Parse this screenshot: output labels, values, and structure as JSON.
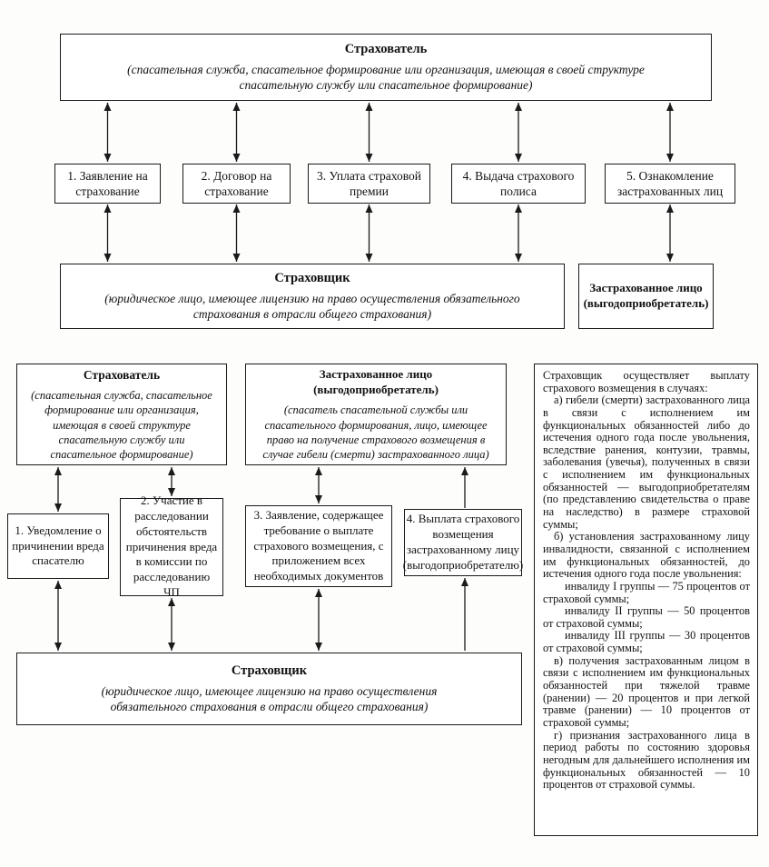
{
  "top_scheme": {
    "insurant": {
      "title": "Страхователь",
      "subtitle": "(спасательная служба, спасательное формирование или организация, имеющая в своей структуре спасательную службу или спасательное формирование)"
    },
    "steps": [
      "1. Заявление на страхование",
      "2. Договор на страхование",
      "3. Уплата страховой премии",
      "4. Выдача страхового полиса",
      "5. Ознакомление застрахованных лиц"
    ],
    "insurer": {
      "title": "Страховщик",
      "subtitle": "(юридическое лицо, имеющее лицензию на право осуществления обязательного страхования в отрасли общего страхования)"
    },
    "insured": {
      "title": "Застрахованное лицо (выгодоприобретатель)"
    }
  },
  "bottom_scheme": {
    "insurant": {
      "title": "Страхователь",
      "subtitle": "(спасательная служба, спасательное формирование или организация, имеющая в своей структуре спасательную службу или спасательное формирование)"
    },
    "insured": {
      "title": "Застрахованное лицо (выгодоприобретатель)",
      "subtitle": "(спасатель спасательной службы или спасательного формирования, лицо, имеющее право на получение страхового возмещения в случае гибели (смерти) застрахованного лица)"
    },
    "steps": [
      "1. Уведомление о причинении вреда спасателю",
      "2. Участие в расследовании обстоятельств причинения вреда в комиссии по расследованию ЧП",
      "3. Заявление, содержащее требование о выплате страхового возмещения, с приложением всех необходимых документов",
      "4. Выплата страхового возмещения застрахованному лицу (выгодоприобретателю)"
    ],
    "insurer": {
      "title": "Страховщик",
      "subtitle": "(юридическое лицо, имеющее лицензию на право осуществления обязательного страхования в отрасли общего страхования)"
    },
    "payout_note": {
      "paragraphs": [
        "Страховщик осуществляет выплату страхового возмещения в случаях:",
        "а) гибели (смерти) застрахованного лица в связи с исполнением им функциональных обязанностей либо до истечения одного года после увольнения, вследствие ранения, контузии, травмы, заболевания (увечья), полученных в связи с исполнением им функциональных обязанностей — выгодоприобретателям (по представлению свидетельства о праве на наследство) в размере страховой суммы;",
        "б) установления застрахованному лицу инвалидности, связанной с исполнением им функциональных обязанностей, до истечения одного года после увольнения:",
        "инвалиду I группы — 75 процентов от страховой суммы;",
        "инвалиду II группы — 50 процентов от страховой суммы;",
        "инвалиду III группы — 30 процентов от страховой суммы;",
        "в) получения застрахованным лицом в связи с исполнением им функциональных обязанностей при тяжелой травме (ранении) — 20 процентов и при легкой травме (ранении) — 10 процентов от страховой суммы;",
        "г) признания застрахованного лица в период работы по состоянию здоровья негодным для дальнейшего исполнения им функциональных обязанностей — 10 процентов от страховой суммы."
      ]
    }
  }
}
